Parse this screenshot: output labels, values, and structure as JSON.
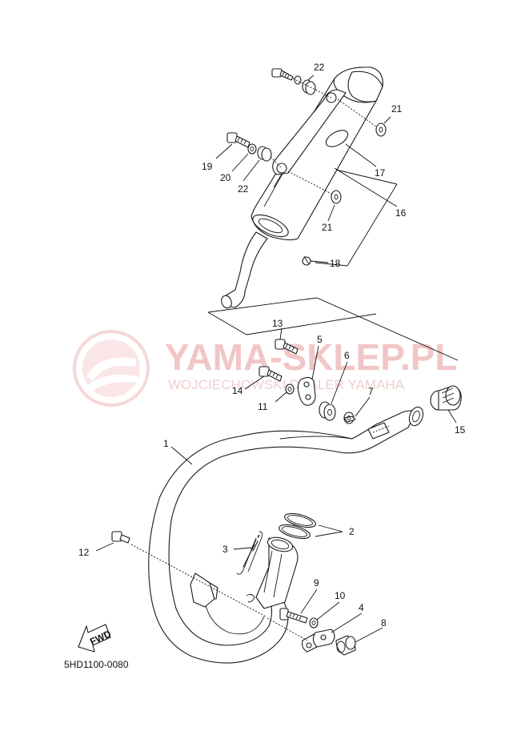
{
  "watermark": {
    "brand": "YAMA-SKLEP.PL",
    "subtitle": "WOJCIECHOWSKI DEALER YAMAHA",
    "color": "#f2c6c6"
  },
  "diagram_code": "5HD1100-0080",
  "fwd_label": "FWD",
  "callouts": [
    {
      "id": "1",
      "label": "1"
    },
    {
      "id": "2",
      "label": "2"
    },
    {
      "id": "3",
      "label": "3"
    },
    {
      "id": "4",
      "label": "4"
    },
    {
      "id": "5",
      "label": "5"
    },
    {
      "id": "6",
      "label": "6"
    },
    {
      "id": "7",
      "label": "7"
    },
    {
      "id": "8",
      "label": "8"
    },
    {
      "id": "9",
      "label": "9"
    },
    {
      "id": "10",
      "label": "10"
    },
    {
      "id": "11",
      "label": "11"
    },
    {
      "id": "12",
      "label": "12"
    },
    {
      "id": "13",
      "label": "13"
    },
    {
      "id": "14",
      "label": "14"
    },
    {
      "id": "15",
      "label": "15"
    },
    {
      "id": "16",
      "label": "16"
    },
    {
      "id": "17",
      "label": "17"
    },
    {
      "id": "18",
      "label": "18"
    },
    {
      "id": "19",
      "label": "19"
    },
    {
      "id": "20",
      "label": "20"
    },
    {
      "id": "21a",
      "label": "21"
    },
    {
      "id": "21b",
      "label": "21"
    },
    {
      "id": "22a",
      "label": "22"
    },
    {
      "id": "22b",
      "label": "22"
    }
  ]
}
